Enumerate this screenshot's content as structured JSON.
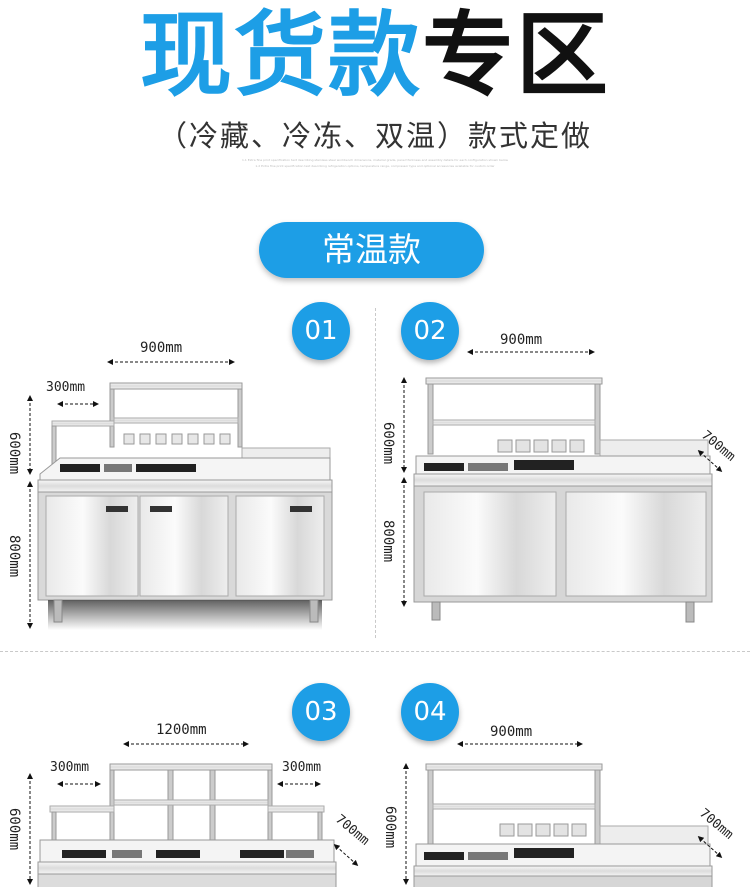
{
  "header": {
    "title_part1": "现货款",
    "title_part2": "专区",
    "subtitle": "（冷藏、冷冻、双温）款式定做",
    "fine_print_line1": "1.1 Extra fine print specification text describing stainless steel workbench dimensions, material grade, panel thickness and assembly details for each configuration shown below",
    "fine_print_line2": "1.2 Extra fine print specification text describing refrigeration options, temperature range, compressor type and optional accessories available for custom order"
  },
  "section": {
    "label": "常温款"
  },
  "products": [
    {
      "number": "01",
      "dims": {
        "top_width": "900mm",
        "small_shelf": "300mm",
        "shelf_height": "600mm",
        "cabinet_height": "800mm"
      }
    },
    {
      "number": "02",
      "dims": {
        "top_width": "900mm",
        "depth": "700mm",
        "shelf_height": "600mm",
        "cabinet_height": "800mm"
      }
    },
    {
      "number": "03",
      "dims": {
        "top_width": "1200mm",
        "left_shelf": "300mm",
        "right_shelf": "300mm",
        "depth": "700mm",
        "shelf_height": "600mm"
      }
    },
    {
      "number": "04",
      "dims": {
        "top_width": "900mm",
        "depth": "700mm",
        "shelf_height": "600mm"
      }
    }
  ],
  "colors": {
    "accent": "#1d9ee6",
    "steel_light": "#f2f2f2",
    "steel_mid": "#cfcfcf",
    "steel_dark": "#8a8a8a"
  },
  "icons": [
    "dimension-arrow-icon"
  ]
}
